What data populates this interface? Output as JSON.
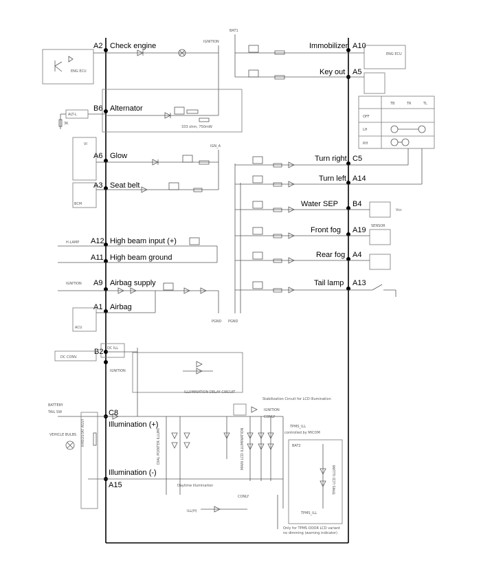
{
  "left_pins": [
    {
      "id": "A2",
      "label": "Check engine"
    },
    {
      "id": "B6",
      "label": "Alternator"
    },
    {
      "id": "A6",
      "label": "Glow"
    },
    {
      "id": "A3",
      "label": "Seat belt"
    },
    {
      "id": "A12",
      "label": "High beam input (+)"
    },
    {
      "id": "A11",
      "label": "High beam ground"
    },
    {
      "id": "A9",
      "label": "Airbag supply"
    },
    {
      "id": "A1",
      "label": "Airbag"
    },
    {
      "id": "B2",
      "label": ""
    },
    {
      "id": "C8",
      "label": "Illumination (+)"
    },
    {
      "id": "A15",
      "label": "Illumination (-)"
    }
  ],
  "right_pins": [
    {
      "id": "A10",
      "label": "Immobilizer"
    },
    {
      "id": "A5",
      "label": "Key out"
    },
    {
      "id": "C5",
      "label": "Turn right"
    },
    {
      "id": "A14",
      "label": "Turn left"
    },
    {
      "id": "B4",
      "label": "Water SEP"
    },
    {
      "id": "A19",
      "label": "Front fog"
    },
    {
      "id": "A4",
      "label": "Rear fog"
    },
    {
      "id": "A13",
      "label": "Tail lamp"
    }
  ],
  "small_labels": {
    "bat1": "BAT1",
    "ignition": "IGNITION",
    "eng_ecu_left": "ENG ECU",
    "eng_ecu_right": "ENG ECU",
    "alt_l": "ALT-L",
    "r_3k": "3K",
    "resistor_note": "333 ohm, 750mW",
    "ign_a": "IGN_A",
    "bcm": "BCM",
    "vi": "VI",
    "h_lamp": "H-LAMP",
    "acu": "ACU",
    "pgnd_1": "PGND",
    "pgnd_2": "PGND",
    "vcc": "Vcc",
    "sensor": "SENSOR",
    "switch_table_headers": [
      "TB",
      "TR",
      "TL"
    ],
    "switch_table_rows": [
      "OFF",
      "LH",
      "RH"
    ],
    "dc_conv": "DC CONV.",
    "dc_ill": "DC ILL",
    "illum_delay": "ILLUMINATION DELAY CIRCUIT",
    "stabilization": "Stabilization Circuit for LCD Illumination",
    "ignition_2": "IGNITION",
    "ignition_3": "IGNITION",
    "conly": "CONLY",
    "conly_2": "CONLY",
    "tpms_ill": "TPMS_ILL",
    "tpms_ctrl": "controlled by MICOM",
    "tpms_ill_2": "TPMS_ILL",
    "bat2": "BAT2",
    "tpms_lcd": "TPMS LCD ILLUMI",
    "battery": "BATTERY",
    "tail_sw": "TAIL SW",
    "vehicle_bulbs": "VEHICLE BULBS",
    "rheostat": "RHEOSTAT ASSY",
    "dial_pointer": "DIAL POINTER ILLUMI",
    "main_lcd": "MAIN LCD ILLUMINATION",
    "daytime": "Daytime illumination",
    "ill_h": "ILL(H)",
    "note": "Only for TPMS OOOR LCD variant",
    "note_2": "no dimming (warning indicator)"
  }
}
